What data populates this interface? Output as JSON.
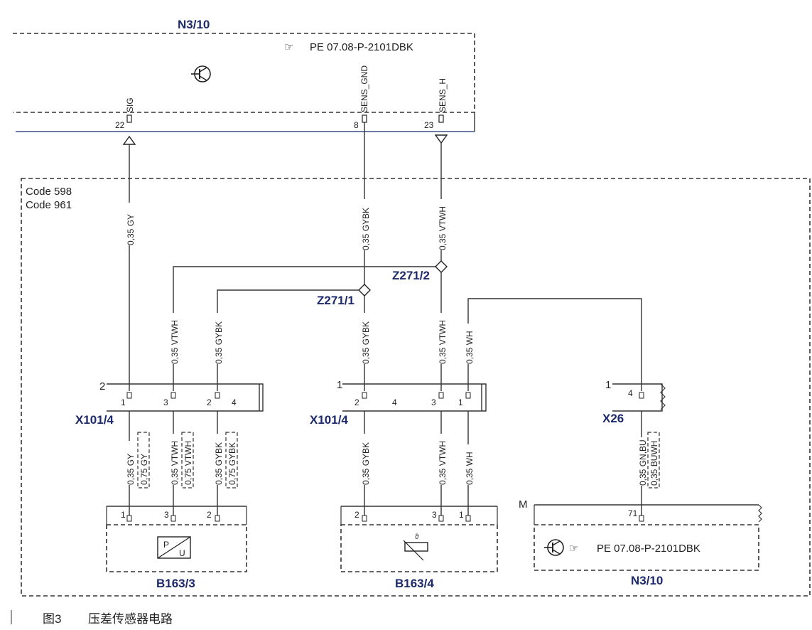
{
  "ecu": {
    "name": "N3/10",
    "ref": "PE 07.08-P-2101DBK",
    "pins": [
      {
        "signal": "SIG",
        "num": "22"
      },
      {
        "signal": "SENS_GND",
        "num": "8"
      },
      {
        "signal": "SENS_H",
        "num": "23"
      }
    ]
  },
  "codes": [
    "Code 598",
    "Code 961"
  ],
  "splices": [
    "Z271/1",
    "Z271/2"
  ],
  "connectors": {
    "x101_left": {
      "name": "X101/4",
      "index": "2",
      "pins": [
        "1",
        "3",
        "2",
        "4"
      ]
    },
    "x101_right": {
      "name": "X101/4",
      "index": "1",
      "pins": [
        "2",
        "4",
        "3",
        "1"
      ]
    },
    "x26": {
      "name": "X26",
      "index": "1",
      "pin": "4"
    }
  },
  "wires": {
    "upper": [
      "0,35 GY",
      "0,35 GYBK",
      "0,35 VTWH"
    ],
    "middle": [
      "0,35 VTWH",
      "0,35 GYBK",
      "0,35 GYBK",
      "0,35 VTWH",
      "0,35 WH"
    ],
    "lower_left": [
      "0,35 GY",
      "0,75 GY",
      "0,35 VTWH",
      "0,75 VTWH",
      "0,35 GYBK",
      "0,75 GYBK"
    ],
    "lower_right": [
      "0,35 GYBK",
      "0,35 VTWH",
      "0,35 WH"
    ],
    "x26": [
      "0,35 GN,BU",
      "0,35 BUWH"
    ]
  },
  "sensors": {
    "b163_3": {
      "name": "B163/3",
      "pins": [
        "1",
        "3",
        "2"
      ],
      "symbol_p": "P",
      "symbol_u": "U"
    },
    "b163_4": {
      "name": "B163/4",
      "pins": [
        "2",
        "3",
        "1"
      ]
    },
    "n3_10_lower": {
      "name": "N3/10",
      "prefix": "M",
      "pin": "71",
      "ref": "PE 07.08-P-2101DBK"
    }
  },
  "caption": {
    "fig": "图3",
    "title": "压差传感器电路"
  },
  "colors": {
    "component_label": "#1c2a6b",
    "wire": "#333333",
    "bus": "#3b4f8c"
  }
}
